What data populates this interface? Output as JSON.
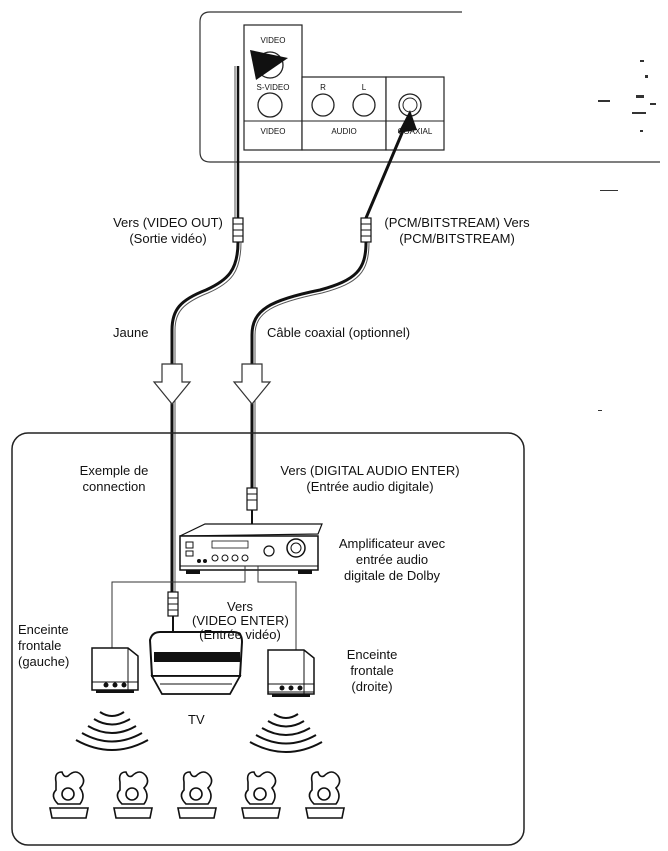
{
  "player_panel": {
    "video_jack": "VIDEO",
    "svideo_jack": "S-VIDEO",
    "video_group": "VIDEO",
    "audio_r": "R",
    "audio_l": "L",
    "audio_group": "AUDIO",
    "coaxial_group": "COAXIAL"
  },
  "labels": {
    "video_out_line1": "Vers (VIDEO OUT)",
    "video_out_line2": "(Sortie vidéo)",
    "pcm_line1": "(PCM/BITSTREAM) Vers",
    "pcm_line2": "(PCM/BITSTREAM)",
    "yellow": "Jaune",
    "coax_cable": "Câble coaxial (optionnel)",
    "example_line1": "Exemple de",
    "example_line2": "connection",
    "dae_line1": "Vers (DIGITAL AUDIO ENTER)",
    "dae_line2": "(Entrée audio digitale)",
    "amp_line1": "Amplificateur avec",
    "amp_line2": "entrée audio",
    "amp_line3": "digitale de Dolby",
    "video_enter_line1": "Vers",
    "video_enter_line2": "(VIDEO ENTER)",
    "video_enter_line3": "(Entrée vidéo)",
    "speaker_left_line1": "Enceinte",
    "speaker_left_line2": "frontale",
    "speaker_left_line3": "(gauche)",
    "speaker_right_line1": "Enceinte",
    "speaker_right_line2": "frontale",
    "speaker_right_line3": "(droite)",
    "tv": "TV"
  }
}
